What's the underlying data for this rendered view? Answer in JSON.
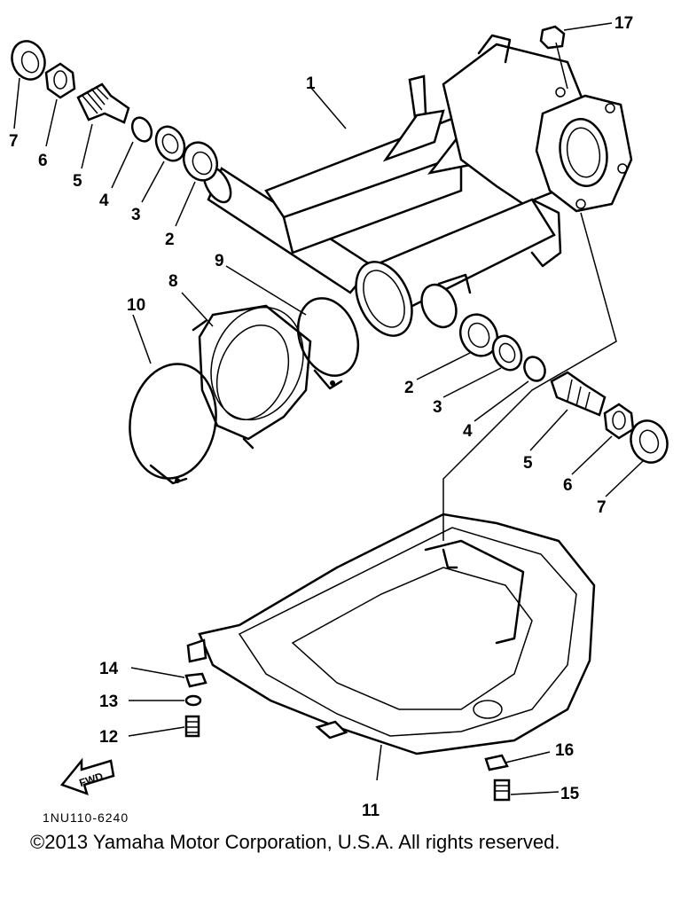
{
  "callouts": {
    "p1": "1",
    "p2a": "2",
    "p2b": "2",
    "p3a": "3",
    "p3b": "3",
    "p4a": "4",
    "p4b": "4",
    "p5a": "5",
    "p5b": "5",
    "p6a": "6",
    "p6b": "6",
    "p7a": "7",
    "p7b": "7",
    "p8": "8",
    "p9": "9",
    "p10": "10",
    "p11": "11",
    "p12": "12",
    "p13": "13",
    "p14": "14",
    "p15": "15",
    "p16": "16",
    "p17": "17"
  },
  "fwd_label": "FWD",
  "diagram_code": "1NU110-6240",
  "copyright": "©2013 Yamaha Motor Corporation, U.S.A. All rights reserved."
}
